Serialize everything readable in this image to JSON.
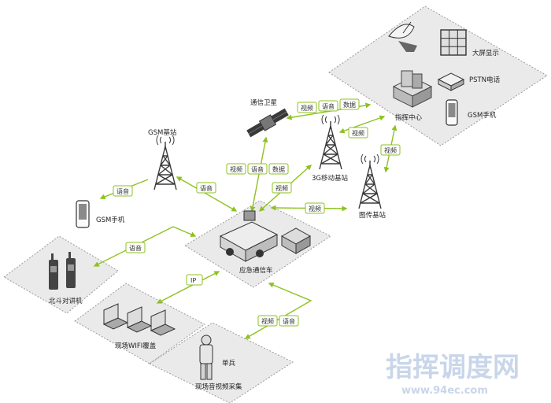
{
  "nodes": {
    "satellite": "通信卫星",
    "gsm_station": "GSM基站",
    "gsm_phone_left": "GSM手机",
    "mobile_3g": "3G移动基站",
    "image_station": "图传基站",
    "command_center": "指挥中心",
    "big_screen": "大屏显示",
    "pstn": "PSTN电话",
    "gsm_phone_right": "GSM手机",
    "emergency_vehicle": "应急通信车",
    "beidou": "北斗对讲机",
    "wifi": "现场WIFI覆盖",
    "soldier": "单兵",
    "av_capture": "现场音视频采集"
  },
  "links": {
    "sat_video": "视频",
    "sat_voice": "语音",
    "sat_data": "数据",
    "veh_video": "视频",
    "veh_voice": "语音",
    "veh_data": "数据",
    "gsm_voice_phone": "语音",
    "gsm_voice_vehicle": "语音",
    "video_3g_vehicle": "视频",
    "video_3g_center": "视频",
    "video_image_vehicle": "视频",
    "video_image_center": "视频",
    "beidou_voice": "语音",
    "wifi_ip": "IP",
    "soldier_video": "视频",
    "soldier_voice": "语音"
  },
  "watermark": {
    "title": "指挥调度网",
    "url": "www.94ec.com"
  },
  "colors": {
    "zone_fill": "#eaeaea",
    "zone_stroke": "#9a9a9a",
    "link_green": "#8dc21f",
    "tower": "#3a3a3a",
    "watermark": "#c9d6ea"
  }
}
